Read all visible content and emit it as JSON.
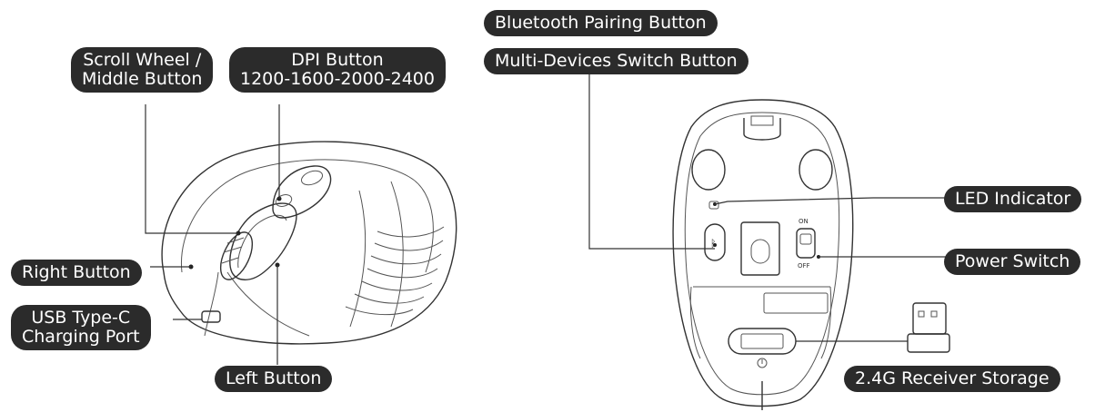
{
  "labels": {
    "scroll_wheel": [
      "Scroll Wheel /",
      "Middle Button"
    ],
    "dpi_button": [
      "DPI Button",
      "1200-1600-2000-2400"
    ],
    "right_button": "Right Button",
    "usb_c": [
      "USB Type-C",
      "Charging Port"
    ],
    "left_button": "Left Button",
    "bluetooth_pairing": "Bluetooth Pairing Button",
    "multi_devices": "Multi-Devices Switch Button",
    "led_indicator": "LED Indicator",
    "power_switch": "Power Switch",
    "receiver_storage": "2.4G Receiver Storage"
  },
  "switch_marks": {
    "on": "ON",
    "off": "OFF"
  },
  "colors": {
    "label_bg": "#2b2b2b",
    "label_text": "#ffffff",
    "line": "#333333"
  }
}
